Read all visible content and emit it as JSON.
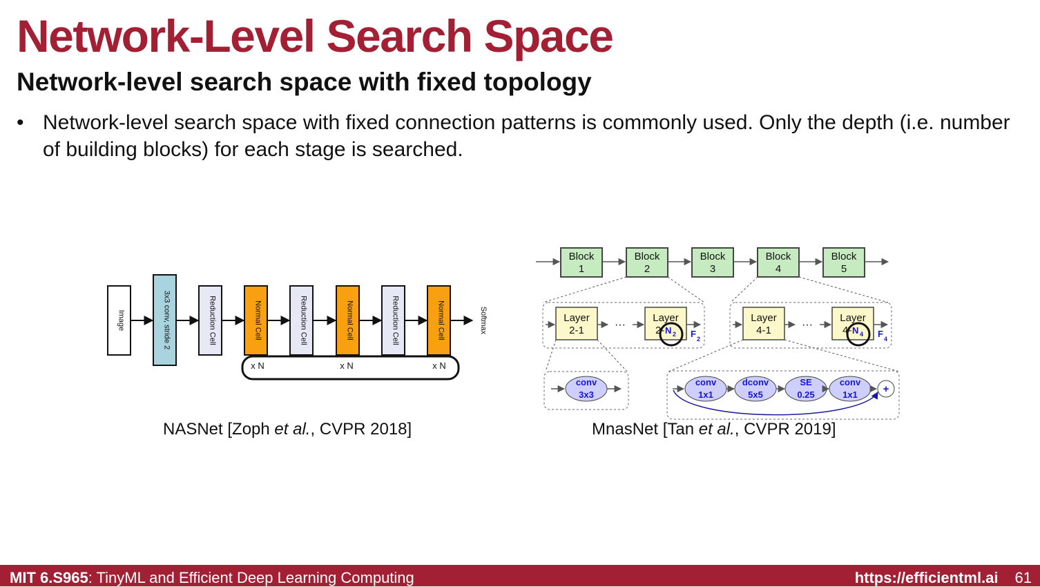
{
  "slide": {
    "title": "Network-Level Search Space",
    "subtitle": "Network-level search space with fixed topology",
    "bullet": "Network-level search space with fixed connection patterns is commonly used. Only the depth (i.e. number of building blocks) for each stage is searched.",
    "bullet_marker": "•"
  },
  "nasnet": {
    "input_label": "Image",
    "stem_label": "3x3 conv, stride 2",
    "cells": [
      "Reduction Cell",
      "Normal Cell",
      "Reduction Cell",
      "Normal Cell",
      "Reduction Cell",
      "Normal Cell"
    ],
    "cell_types": [
      "reduction",
      "normal",
      "reduction",
      "normal",
      "reduction",
      "normal"
    ],
    "repeat_label": "x N",
    "output_label": "Softmax",
    "colors": {
      "normal": "#f9a011",
      "reduction": "#e6e8f6",
      "stem": "#a9d4df"
    },
    "caption": {
      "pre": "NASNet [Zoph ",
      "italic": "et al.",
      "post": ", CVPR 2018]"
    }
  },
  "mnasnet": {
    "blocks": [
      {
        "word": "Block",
        "num": "1"
      },
      {
        "word": "Block",
        "num": "2"
      },
      {
        "word": "Block",
        "num": "3"
      },
      {
        "word": "Block",
        "num": "4"
      },
      {
        "word": "Block",
        "num": "5"
      }
    ],
    "dots": "···",
    "stage2": {
      "first": {
        "word": "Layer",
        "num": "2-1"
      },
      "last": {
        "word": "Layer",
        "num": "2-",
        "n": "N",
        "sub": "2"
      },
      "f": "F",
      "f_sub": "2"
    },
    "stage4": {
      "first": {
        "word": "Layer",
        "num": "4-1"
      },
      "last": {
        "word": "Layer",
        "num": "4-",
        "n": "N",
        "sub": "4"
      },
      "f": "F",
      "f_sub": "4"
    },
    "ops_left": [
      {
        "top": "conv",
        "bottom": "3x3"
      }
    ],
    "ops_right": [
      {
        "top": "conv",
        "bottom": "1x1"
      },
      {
        "top": "dconv",
        "bottom": "5x5"
      },
      {
        "top": "SE",
        "bottom": "0.25"
      },
      {
        "top": "conv",
        "bottom": "1x1"
      }
    ],
    "add_label": "+",
    "colors": {
      "block": "#c7ebc1",
      "layer": "#fdf8c9",
      "op": "#cfcfff",
      "op_text": "#1515d6"
    },
    "caption": {
      "pre": "MnasNet [Tan ",
      "italic": "et al.",
      "post": ", CVPR 2019]"
    }
  },
  "footer": {
    "course_code": "MIT 6.S965",
    "course_name": ": TinyML and Efficient Deep Learning Computing",
    "url": "https://efficientml.ai",
    "page_number": "61"
  }
}
